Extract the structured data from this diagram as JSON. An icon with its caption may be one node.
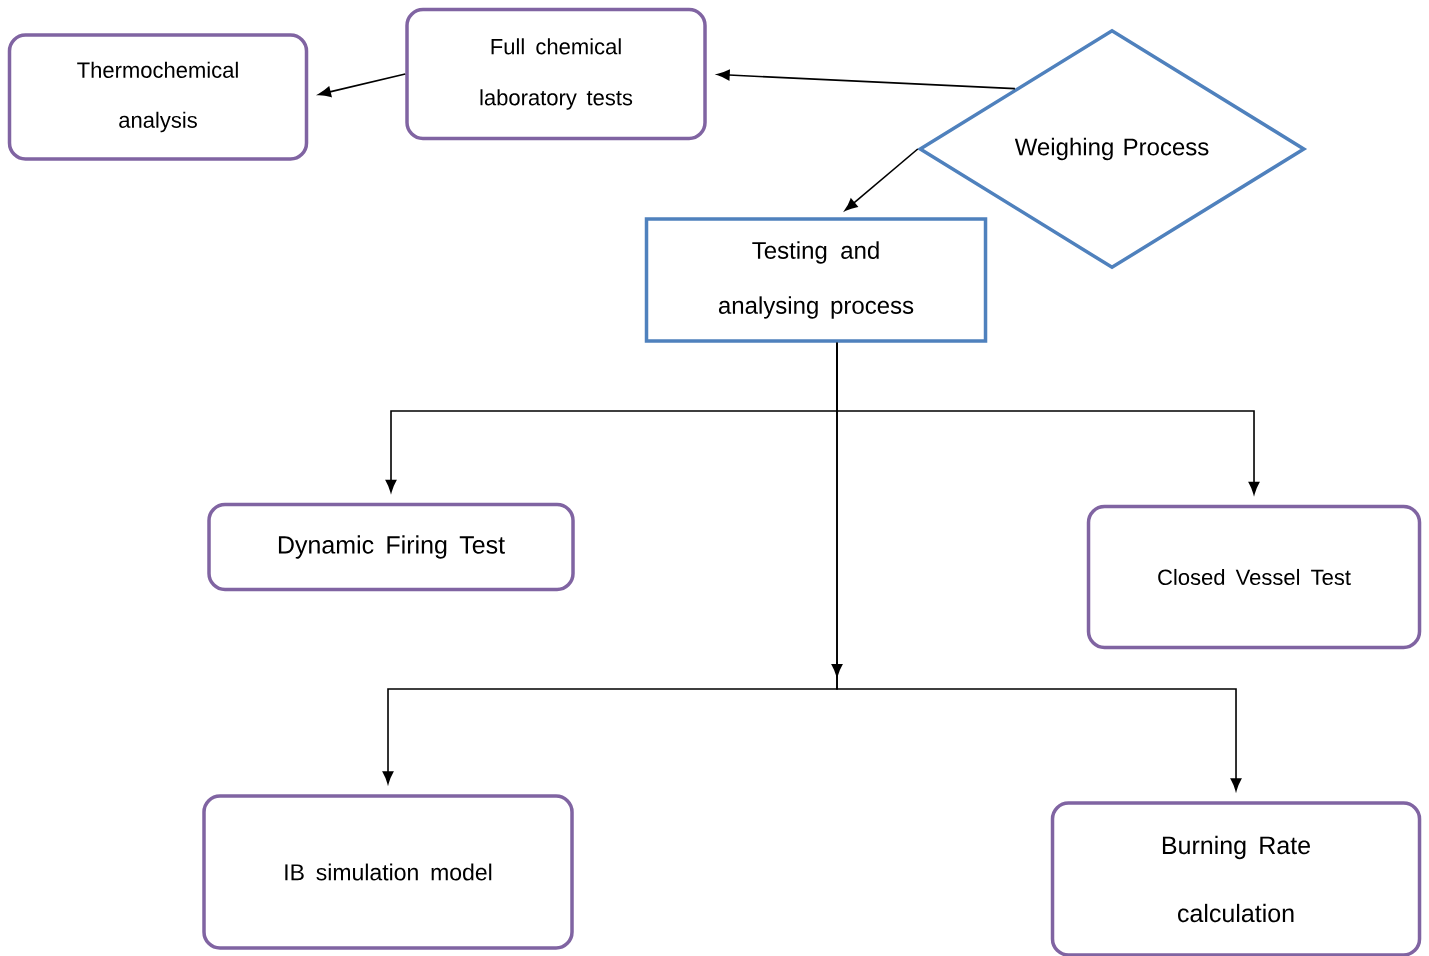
{
  "diagram": {
    "nodes": [
      {
        "text": [
          "Thermochemical analysis"
        ]
      },
      {
        "text": [
          "Full chemical laboratory tests"
        ]
      },
      {
        "text": [
          "Weighing Process"
        ]
      },
      {
        "text": [
          "Testing and analysing process"
        ]
      },
      {
        "text": [
          "Dynamic Firing Test"
        ]
      },
      {
        "text": [
          "Closed Vessel Test"
        ]
      },
      {
        "text": [
          "IB simulation model"
        ]
      },
      {
        "text": [
          "Burning Rate calculation"
        ]
      }
    ],
    "edges": [
      {
        "from": 2,
        "to": 1,
        "arrow": "to"
      },
      {
        "from": 1,
        "to": 0,
        "arrow": "to"
      },
      {
        "from": 2,
        "to": 3,
        "arrow": "to"
      },
      {
        "from": 3,
        "to": 4,
        "arrow": "to"
      },
      {
        "from": 3,
        "to": 5,
        "arrow": "to"
      },
      {
        "from": 3,
        "to": 6,
        "arrow": "to"
      },
      {
        "from": 3,
        "to": 7,
        "arrow": "to"
      }
    ]
  }
}
